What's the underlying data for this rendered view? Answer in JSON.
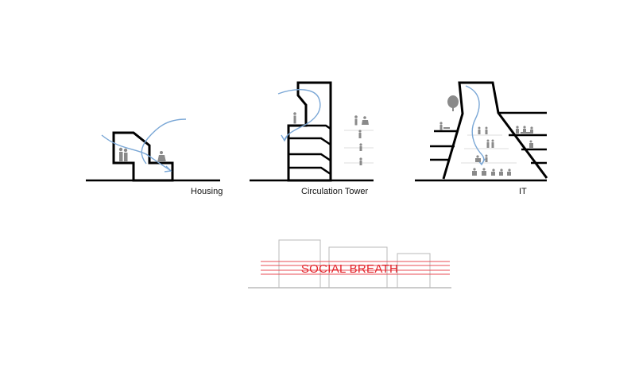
{
  "diagrams": {
    "housing": {
      "label": "Housing"
    },
    "circulation_tower": {
      "label": "Circulation Tower"
    },
    "it": {
      "label": "IT"
    }
  },
  "banner": {
    "title": "SOCIAL BREATH"
  },
  "colors": {
    "outline": "#000000",
    "airflow": "#7aa7d6",
    "figure": "#8a8a8a",
    "banner_text": "#e3242b",
    "banner_lines": "#ea4c55",
    "sketch_lines": "#bdbdbd"
  }
}
